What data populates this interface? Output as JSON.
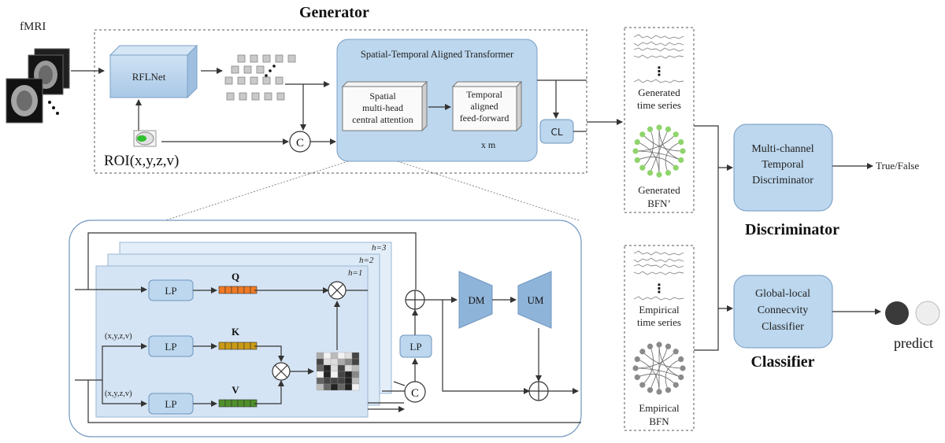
{
  "labels": {
    "fmri": "fMRI",
    "generator": "Generator",
    "rflnet": "RFLNet",
    "roi": "ROI(x,y,z,v)",
    "concat": "C",
    "stat_title": "Spatial-Temporal Aligned Transformer",
    "spatial_l1": "Spatial",
    "spatial_l2": "multi-head",
    "spatial_l3": "central  attention",
    "temporal_l1": "Temporal",
    "temporal_l2": "aligned",
    "temporal_l3": "feed-forward",
    "xm": "x  m",
    "cl": "CL",
    "gen_ts_1": "Generated",
    "gen_ts_2": "time series",
    "gen_bfn_1": "Generated",
    "gen_bfn_2": "BFN’",
    "emp_ts_1": "Empirical",
    "emp_ts_2": "time series",
    "emp_bfn_1": "Empirical",
    "emp_bfn_2": "BFN",
    "disc_1": "Multi-channel",
    "disc_2": "Temporal",
    "disc_3": "Discriminator",
    "discriminator": "Discriminator",
    "truefalse": "True/False",
    "cls_1": "Global-local",
    "cls_2": "Connecvity",
    "cls_3": "Classifier",
    "classifier": "Classifier",
    "predict": "predict",
    "h3": "h=3",
    "h2": "h=2",
    "h1": "h=1",
    "lp": "LP",
    "q": "Q",
    "k": "K",
    "v": "V",
    "xyzv": "(x,y,z,v)",
    "dm": "DM",
    "um": "UM",
    "vdots": "⋮"
  },
  "colors": {
    "box_fill": "#bcd7ee",
    "box_stroke": "#6f96bf",
    "panel_fill": "#dbe9f7",
    "q_color": "#f07a25",
    "k_color": "#c99a16",
    "v_color": "#4e8f2a",
    "node_green": "#8fd46c",
    "node_gray": "#8a8a8a",
    "dark_circle": "#3a3a3a"
  }
}
